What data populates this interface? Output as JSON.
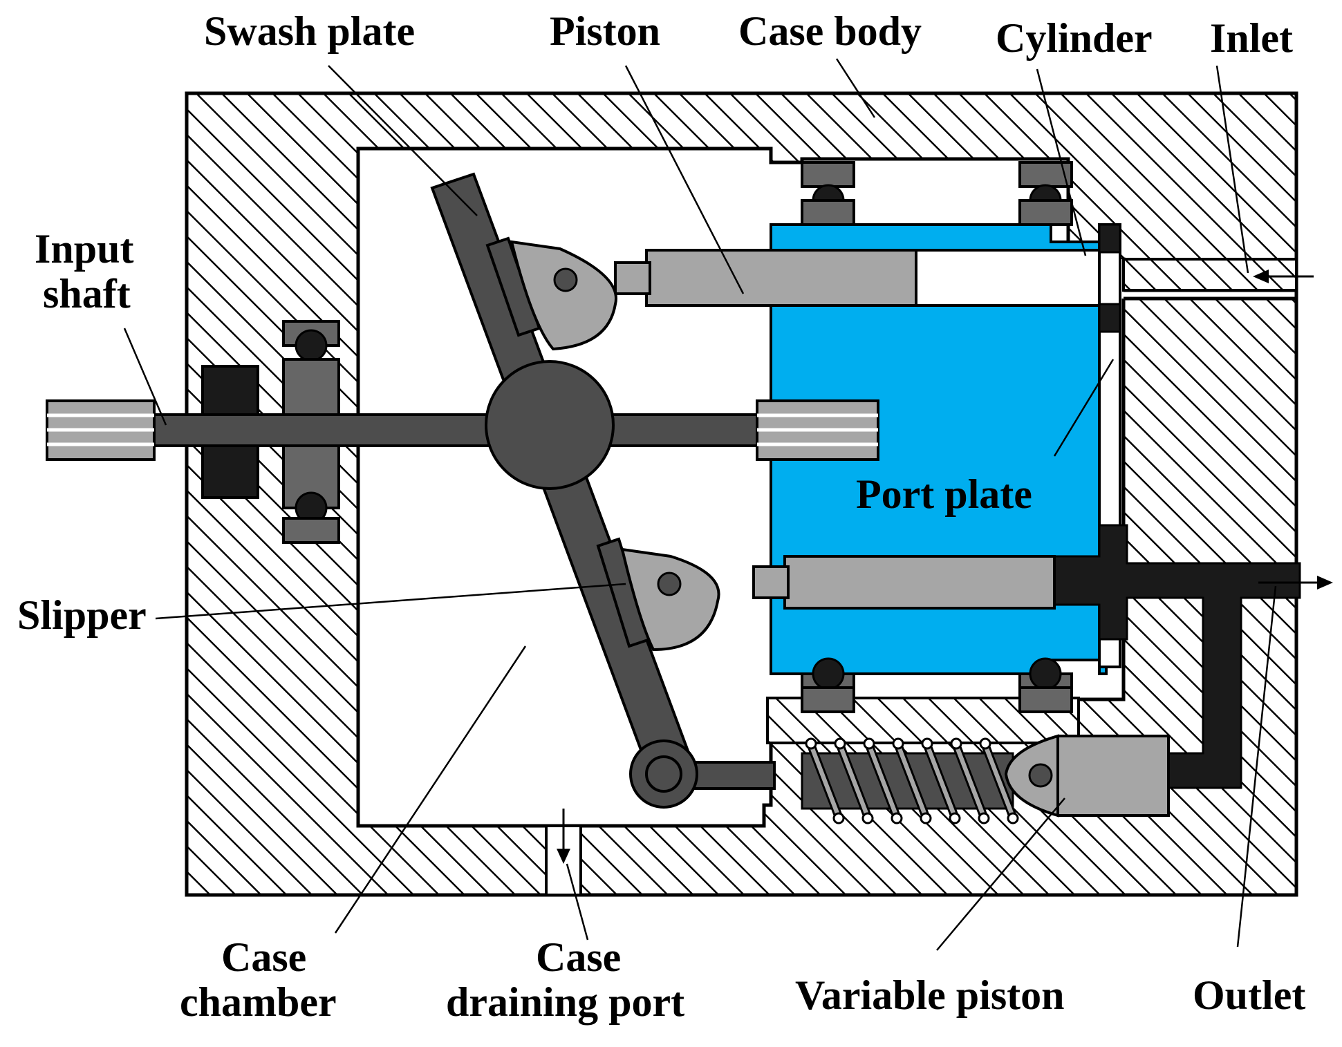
{
  "labels": {
    "swash_plate": "Swash plate",
    "piston": "Piston",
    "case_body": "Case body",
    "cylinder": "Cylinder",
    "inlet": "Inlet",
    "input_shaft_line1": "Input",
    "input_shaft_line2": "shaft",
    "port_plate": "Port plate",
    "slipper": "Slipper",
    "case_chamber_line1": "Case",
    "case_chamber_line2": "chamber",
    "case_draining_port_line1": "Case",
    "case_draining_port_line2": "draining port",
    "variable_piston": "Variable piston",
    "outlet": "Outlet"
  },
  "colors": {
    "cylinder_block": "#00aeef",
    "dark_part": "#4d4d4d",
    "light_part": "#a6a6a6",
    "oil_black": "#1a1a1a",
    "hatch": "#000000",
    "background": "#ffffff"
  }
}
